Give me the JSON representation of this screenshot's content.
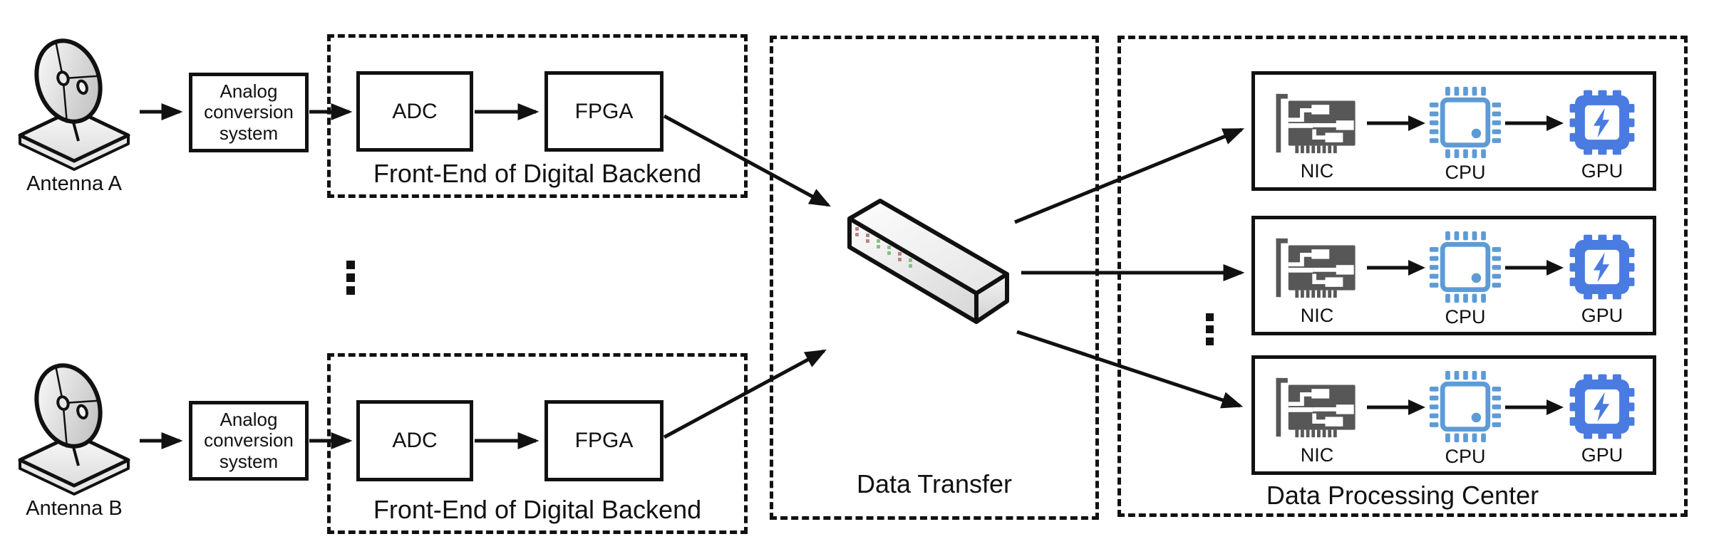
{
  "chains": [
    {
      "antenna_label": "Antenna A",
      "analog_label": "Analog\nconversion\nsystem",
      "adc_label": "ADC",
      "fpga_label": "FPGA",
      "frontend_label": "Front-End of Digital Backend"
    },
    {
      "antenna_label": "Antenna B",
      "analog_label": "Analog\nconversion\nsystem",
      "adc_label": "ADC",
      "fpga_label": "FPGA",
      "frontend_label": "Front-End of Digital Backend"
    }
  ],
  "data_transfer": {
    "label": "Data Transfer"
  },
  "processing_center": {
    "label": "Data Processing Center",
    "servers": [
      {
        "nic_label": "NIC",
        "cpu_label": "CPU",
        "gpu_label": "GPU"
      },
      {
        "nic_label": "NIC",
        "cpu_label": "CPU",
        "gpu_label": "GPU"
      },
      {
        "nic_label": "NIC",
        "cpu_label": "CPU",
        "gpu_label": "GPU"
      }
    ]
  },
  "colors": {
    "line": "#111111",
    "nic_gray": "#575757",
    "cpu_blue": "#5E9BD6",
    "gpu_blue": "#4A7BE0",
    "led_red": "#BF7F7F",
    "led_green": "#8ABB8A"
  }
}
